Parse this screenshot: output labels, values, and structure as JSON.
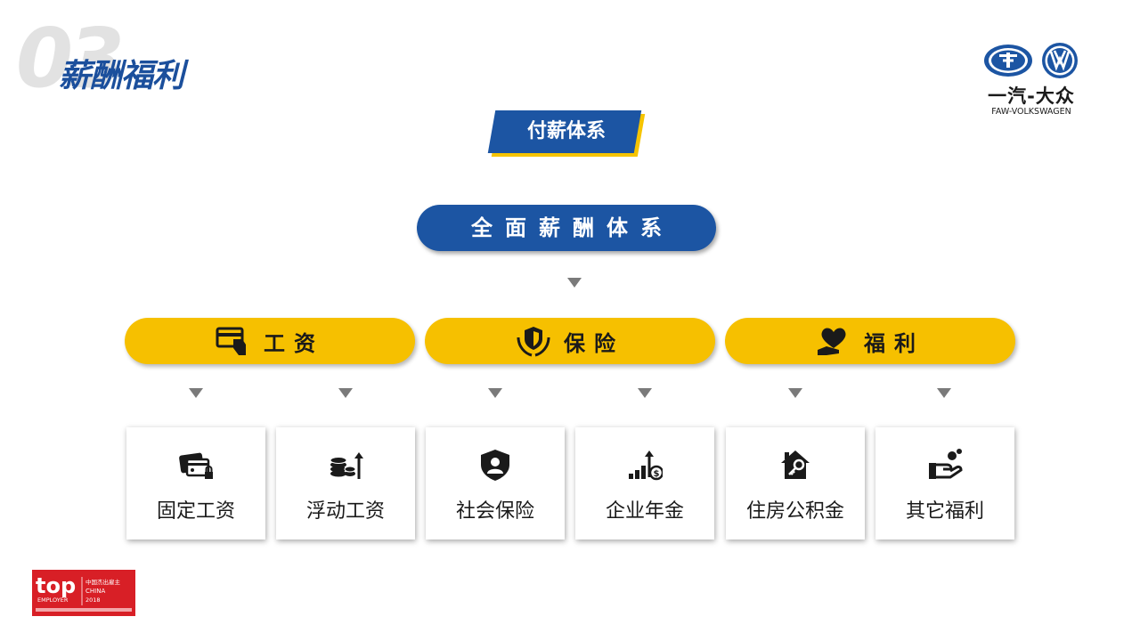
{
  "header": {
    "section_number": "03",
    "section_title": "薪酬福利"
  },
  "logo": {
    "cn_name": "一汽-大众",
    "en_name": "FAW-VOLKSWAGEN"
  },
  "diagram": {
    "tag": "付薪体系",
    "root": "全面薪酬体系",
    "categories": [
      {
        "label": "工资",
        "icon": "salary-card-icon"
      },
      {
        "label": "保险",
        "icon": "shield-hands-icon"
      },
      {
        "label": "福利",
        "icon": "heart-hand-icon"
      }
    ],
    "items": [
      {
        "label": "固定工资",
        "icon": "wallet-card-icon"
      },
      {
        "label": "浮动工资",
        "icon": "coins-up-icon"
      },
      {
        "label": "社会保险",
        "icon": "shield-person-icon"
      },
      {
        "label": "企业年金",
        "icon": "bars-coin-icon"
      },
      {
        "label": "住房公积金",
        "icon": "house-key-icon"
      },
      {
        "label": "其它福利",
        "icon": "hand-coins-icon"
      }
    ]
  },
  "badge": {
    "top": "top",
    "employer": "EMPLOYER",
    "cn": "中国杰出雇主",
    "country": "CHINA",
    "year": "2018"
  },
  "colors": {
    "blue": "#1c55a3",
    "yellow": "#f6c000",
    "arrow": "#7a7a7a"
  }
}
